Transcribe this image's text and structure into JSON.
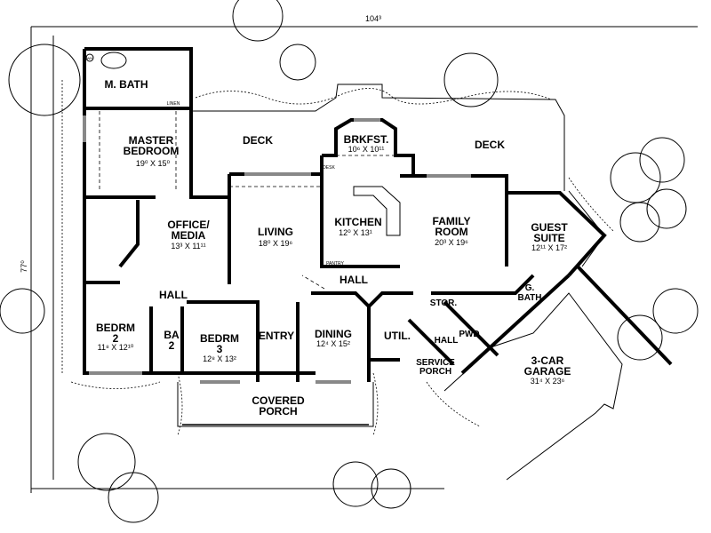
{
  "dimensions": {
    "width": "104³",
    "depth": "77⁰"
  },
  "rooms": {
    "m_bath": {
      "name": "M. BATH"
    },
    "master_bedroom": {
      "name1": "MASTER",
      "name2": "BEDROOM",
      "size": "19⁰ X 15⁰"
    },
    "deck_left": {
      "name": "DECK"
    },
    "deck_right": {
      "name": "DECK"
    },
    "brkfst": {
      "name": "BRKFST.",
      "size": "10⁶ X 10¹¹"
    },
    "kitchen": {
      "name": "KITCHEN",
      "size": "12⁰ X 13¹"
    },
    "family_room": {
      "name1": "FAMILY",
      "name2": "ROOM",
      "size": "20³ X 19⁶"
    },
    "guest_suite": {
      "name1": "GUEST",
      "name2": "SUITE",
      "size": "12¹¹ X 17²"
    },
    "office": {
      "name1": "OFFICE/",
      "name2": "MEDIA",
      "size": "13³ X 11¹¹"
    },
    "living": {
      "name": "LIVING",
      "size": "18⁰ X 19⁶"
    },
    "hall_center": {
      "name": "HALL"
    },
    "hall_left": {
      "name": "HALL"
    },
    "bedrm2": {
      "name1": "BEDRM",
      "name2": "2",
      "size": "11⁸ X 12¹⁰"
    },
    "ba2": {
      "name1": "BA",
      "name2": "2"
    },
    "bedrm3": {
      "name1": "BEDRM",
      "name2": "3",
      "size": "12⁸ X 13²"
    },
    "entry": {
      "name": "ENTRY"
    },
    "dining": {
      "name": "DINING",
      "size": "12⁴ X 15²"
    },
    "util": {
      "name": "UTIL."
    },
    "stor": {
      "name": "STOR."
    },
    "g_bath": {
      "name1": "G.",
      "name2": "BATH"
    },
    "hall_right": {
      "name": "HALL"
    },
    "pwd": {
      "name": "PWD"
    },
    "service_porch": {
      "name1": "SERVICE",
      "name2": "PORCH"
    },
    "garage": {
      "name1": "3-CAR",
      "name2": "GARAGE",
      "size": "31⁴ X 23⁶"
    },
    "covered_porch": {
      "name1": "COVERED",
      "name2": "PORCH"
    }
  },
  "fixtures": {
    "linen": "LINEN",
    "desk": "DESK",
    "pantry": "PANTRY",
    "wh": "WH"
  }
}
